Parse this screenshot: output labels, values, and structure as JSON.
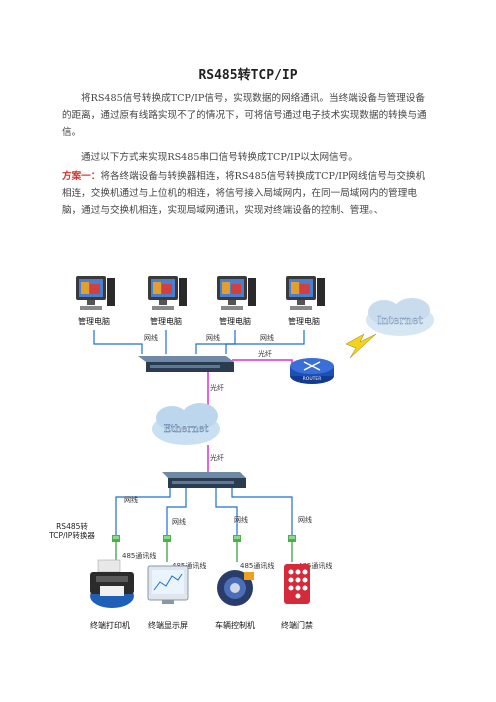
{
  "title": "RS485转TCP/IP",
  "paragraphs": {
    "p1": "将RS485信号转换成TCP/IP信号，实现数据的网络通讯。当终端设备与管理设备的距离，通过原有线路实现不了的情况下，可将信号通过电子技术实现数据的转换与通信。",
    "p2": "通过以下方式来实现RS485串口信号转换成TCP/IP以太网信号。",
    "p3_lead": "方案一：",
    "p3_body": "将各终端设备与转换器相连，将RS485信号转换成TCP/IP网线信号与交换机相连，交换机通过与上位机的相连，将信号接入局域网内，在同一局域网内的管理电脑，通过与交换机相连，实现局域网通讯，实现对终端设备的控制、管理。、"
  },
  "diagram": {
    "pcs": [
      "管理电脑",
      "管理电脑",
      "管理电脑",
      "管理电脑"
    ],
    "cable": "网线",
    "fiber": "光纤",
    "internet": "Internet",
    "ethernet": "Ethernet",
    "router": "ROUTER",
    "converter": "RS485转TCP/IP转换器",
    "rs485_line": "485通讯线",
    "terminals": [
      "终端打印机",
      "终端显示屏",
      "车辆控制机",
      "终端门禁"
    ],
    "colors": {
      "cable": "#1d6fd6",
      "fiber": "#e02cd6",
      "rs485": "#2e9a3a",
      "lightning": "#f2d21a"
    }
  }
}
